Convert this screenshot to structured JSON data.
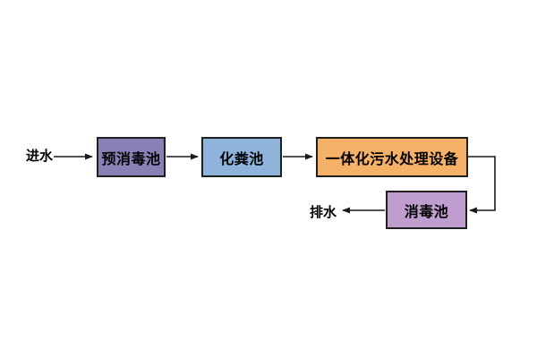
{
  "diagram": {
    "type": "flowchart",
    "subject": "sewage treatment process",
    "source_label": "进水",
    "sink_label": "排水",
    "nodes": [
      {
        "id": "pre-disinfection-tank",
        "label": "预消毒池",
        "fill": "#8981b5"
      },
      {
        "id": "septic-tank",
        "label": "化粪池",
        "fill": "#8eb4dc"
      },
      {
        "id": "integrated-sewage-treatment-equipment",
        "label": "一体化污水处理设备",
        "fill": "#f6b169"
      },
      {
        "id": "disinfection-tank",
        "label": "消毒池",
        "fill": "#bf9dce"
      }
    ],
    "edges": [
      {
        "from": "进水",
        "to": "预消毒池"
      },
      {
        "from": "预消毒池",
        "to": "化粪池"
      },
      {
        "from": "化粪池",
        "to": "一体化污水处理设备"
      },
      {
        "from": "一体化污水处理设备",
        "to": "消毒池"
      },
      {
        "from": "消毒池",
        "to": "排水"
      }
    ],
    "colors": {
      "node_border": "#1f1f1f",
      "arrow": "#1a1a1a",
      "text": "#000000",
      "background": "#ffffff"
    }
  }
}
